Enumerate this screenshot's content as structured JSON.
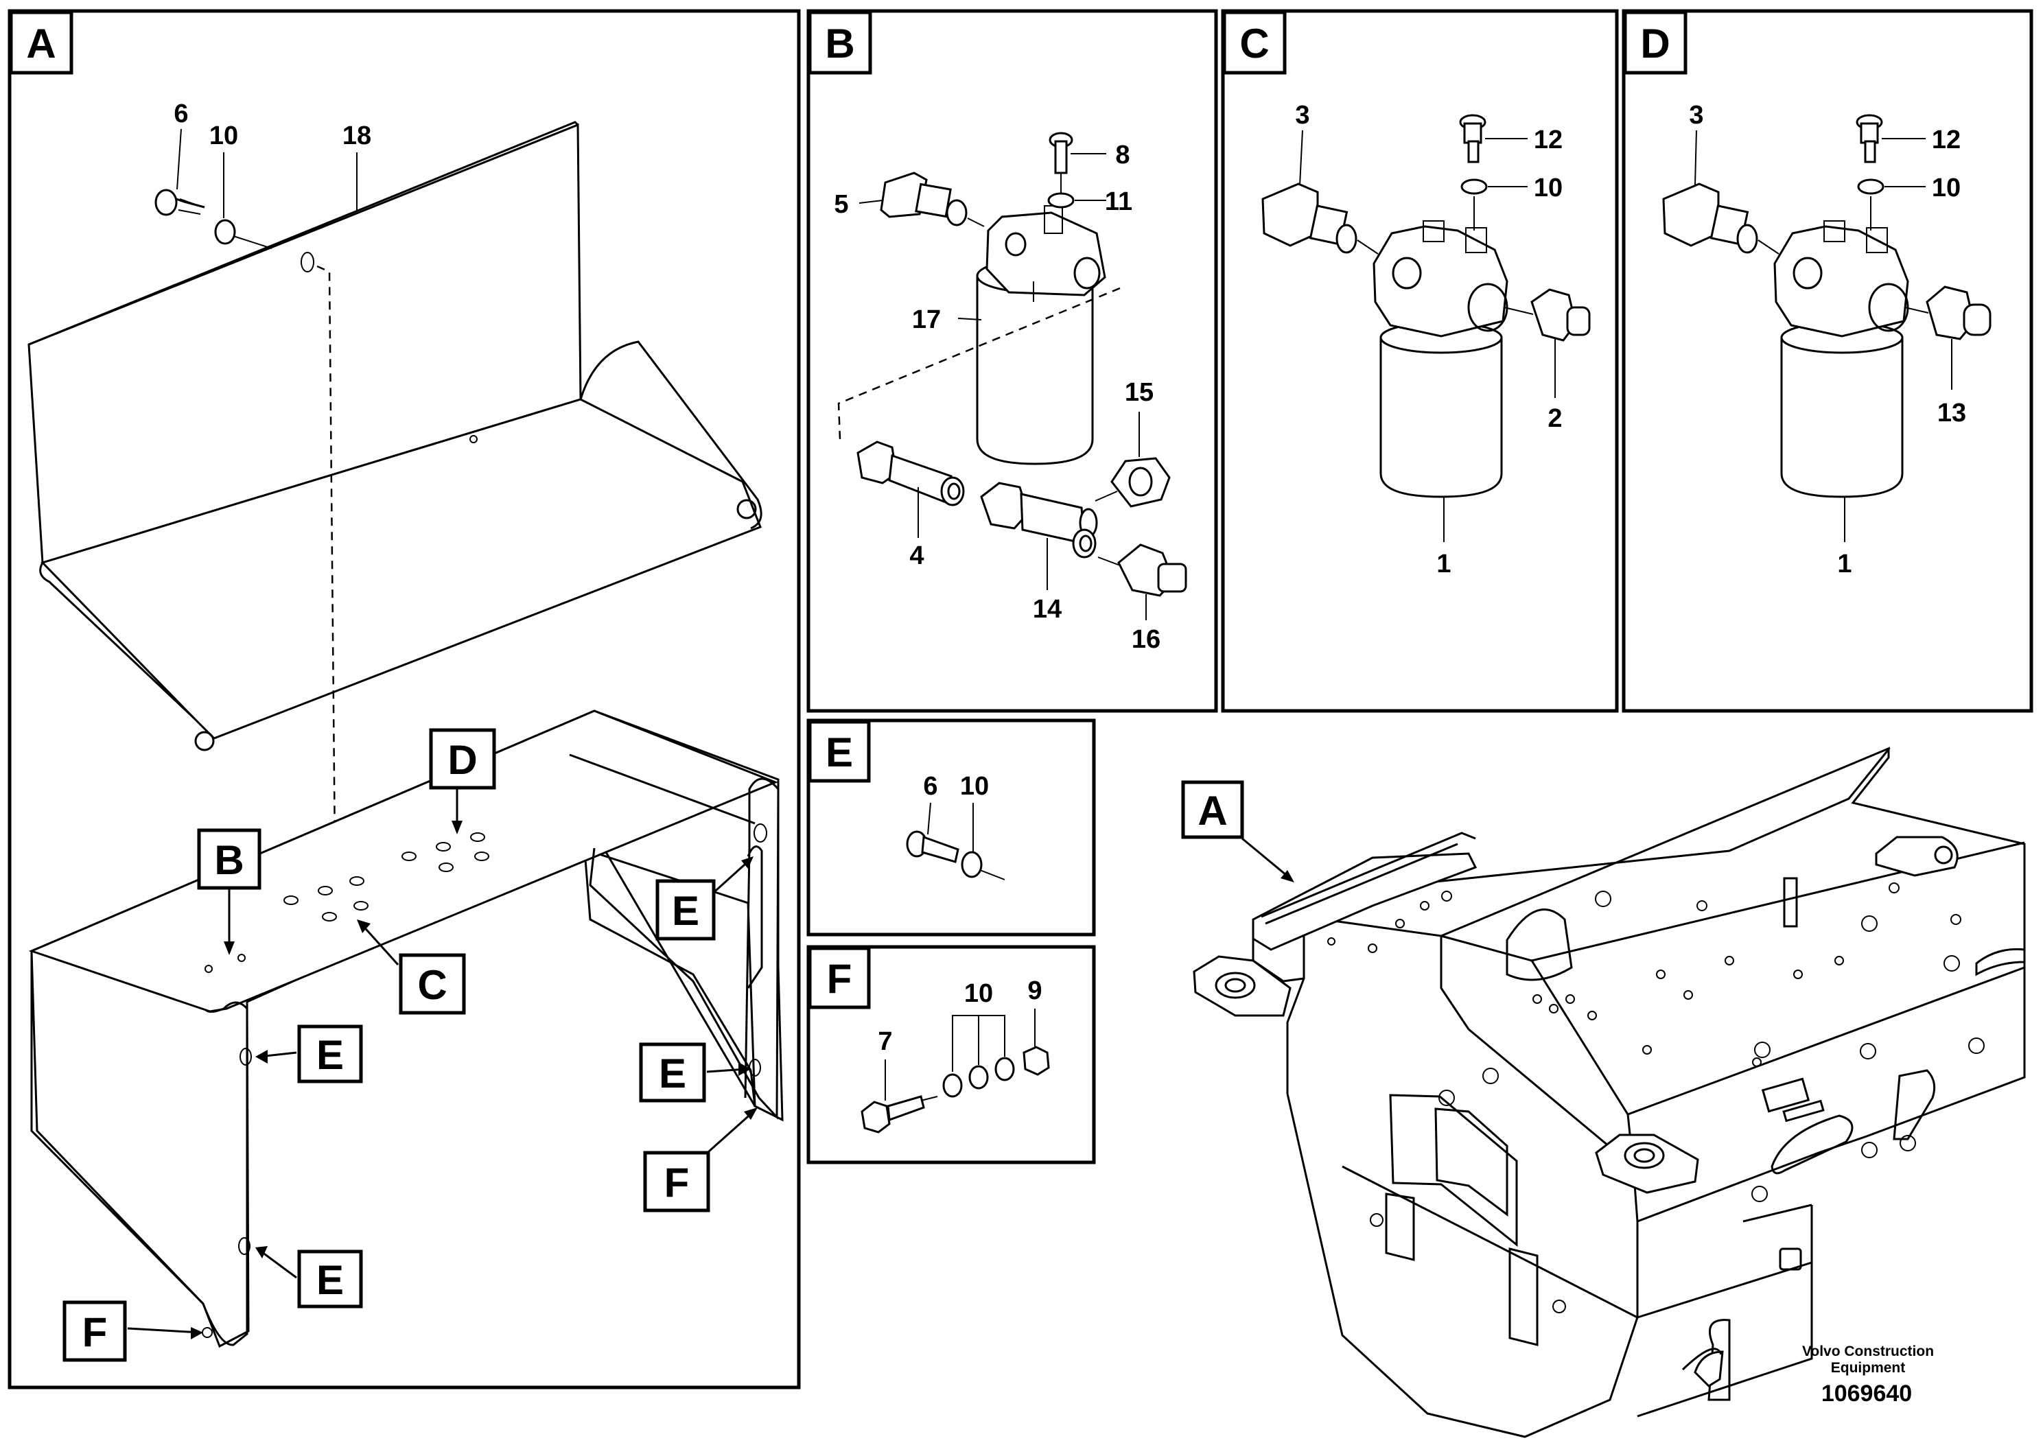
{
  "panels": {
    "a": {
      "letter": "A"
    },
    "b": {
      "letter": "B"
    },
    "c": {
      "letter": "C"
    },
    "d": {
      "letter": "D"
    },
    "e": {
      "letter": "E"
    },
    "f": {
      "letter": "F"
    }
  },
  "panel_a": {
    "callouts": {
      "bolt": "6",
      "washer": "10",
      "plate": "18"
    },
    "refs": {
      "b": "B",
      "c": "C",
      "d": "D",
      "e1": "E",
      "e2": "E",
      "e3": "E",
      "e4": "E",
      "f1": "F",
      "f2": "F"
    }
  },
  "panel_b": {
    "callouts": {
      "sensor": "5",
      "bolt": "8",
      "washer": "11",
      "filter": "17",
      "nut": "15",
      "nipple": "4",
      "union": "14",
      "cap": "16"
    }
  },
  "panel_c": {
    "callouts": {
      "sensor": "3",
      "bolt": "12",
      "washer": "10",
      "plug": "2",
      "filter": "1"
    }
  },
  "panel_d": {
    "callouts": {
      "sensor": "3",
      "bolt": "12",
      "washer": "10",
      "plug": "13",
      "filter": "1"
    }
  },
  "panel_e": {
    "callouts": {
      "bolt": "6",
      "washer": "10"
    }
  },
  "panel_f": {
    "callouts": {
      "bolt": "7",
      "washers": "10",
      "nut": "9"
    }
  },
  "overview": {
    "ref": "A"
  },
  "footer": {
    "company_line1": "Volvo Construction",
    "company_line2": "Equipment",
    "doc_number": "1069640"
  }
}
